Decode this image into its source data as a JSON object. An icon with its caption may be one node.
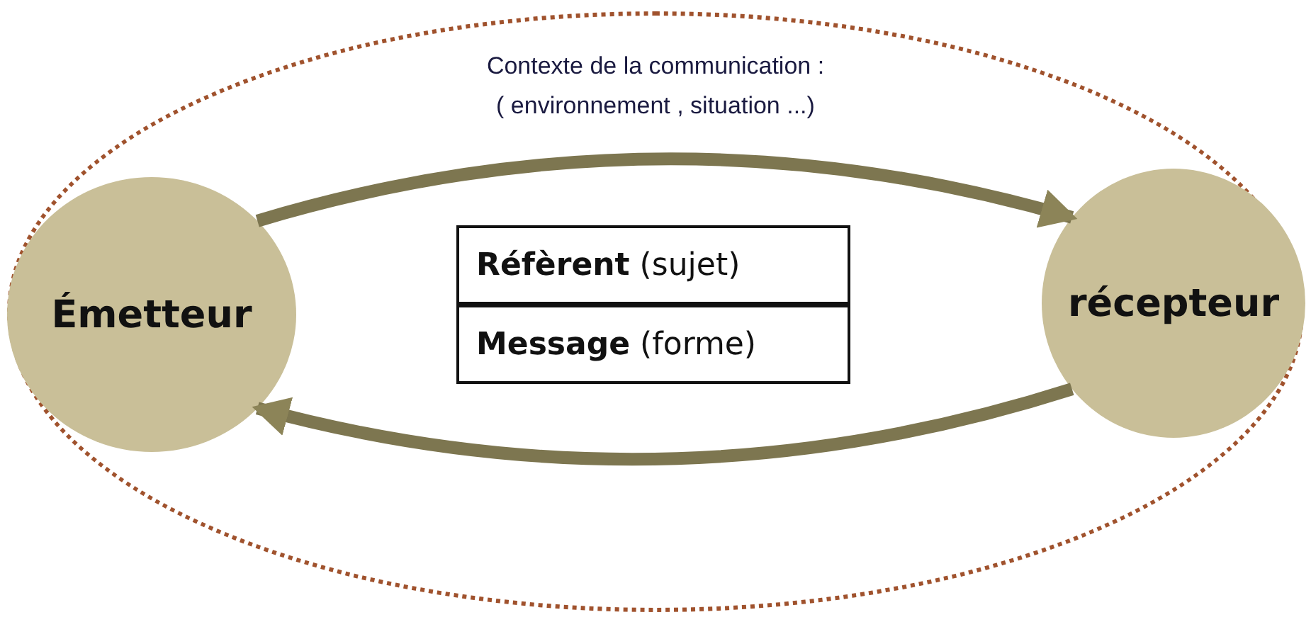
{
  "diagram": {
    "nodes": [
      {
        "text": [
          "Contexte de la communication :",
          "( environnement , situation ...)"
        ]
      },
      {
        "text": [
          "Émetteur"
        ],
        "in": 0
      },
      {
        "text": [
          "récepteur"
        ],
        "in": 0
      },
      {
        "text": [
          "**Réfèrent** (sujet)"
        ],
        "in": 0
      },
      {
        "text": [
          "**Message** (forme)"
        ],
        "in": 0
      }
    ],
    "edges": [
      {
        "from": 1,
        "to": 2,
        "arrow": "to"
      },
      {
        "from": 2,
        "to": 1,
        "arrow": "to"
      }
    ]
  }
}
